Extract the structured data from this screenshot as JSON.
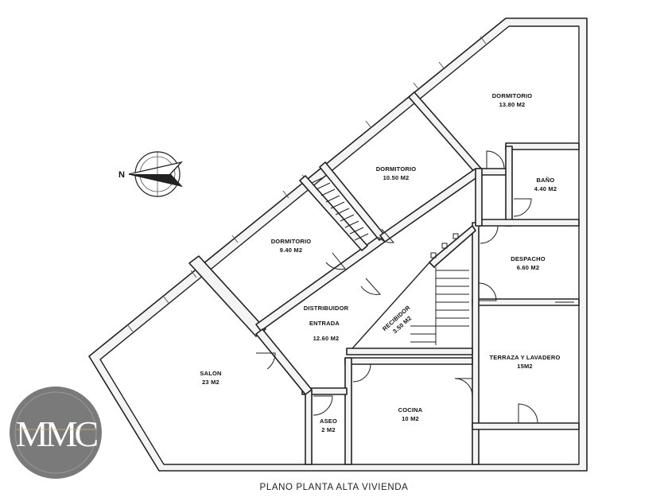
{
  "title": "PLANO PLANTA ALTA VIVIENDA",
  "compass": {
    "label": "N",
    "icon": "north-arrow-icon"
  },
  "logo": {
    "text": "MMC",
    "icon": "mmc-logo-icon"
  },
  "rooms": [
    {
      "id": "dormitorio-1",
      "name": "DORMITORIO",
      "area": "13.80 M2"
    },
    {
      "id": "dormitorio-2",
      "name": "DORMITORIO",
      "area": "10.50 M2"
    },
    {
      "id": "dormitorio-3",
      "name": "DORMITORIO",
      "area": "9.40 M2"
    },
    {
      "id": "bano",
      "name": "BAÑO",
      "area": "4.40 M2"
    },
    {
      "id": "despacho",
      "name": "DESPACHO",
      "area": "6.60 M2"
    },
    {
      "id": "distribuidor",
      "name": "DISTRIBUIDOR",
      "name2": "ENTRADA",
      "area": "12.60 M2"
    },
    {
      "id": "recibidor",
      "name": "RECIBIDOR",
      "area": "3.50 M2"
    },
    {
      "id": "terraza",
      "name": "TERRAZA  Y LAVADERO",
      "area": "15M2"
    },
    {
      "id": "salon",
      "name": "SALON",
      "area": "23 M2"
    },
    {
      "id": "aseo",
      "name": "ASEO",
      "area": "2 M2"
    },
    {
      "id": "cocina",
      "name": "COCINA",
      "area": "10 M2"
    }
  ],
  "colors": {
    "wall": "#222222",
    "logo_bg": "#7a7a7a",
    "accent": "#c0392b"
  }
}
